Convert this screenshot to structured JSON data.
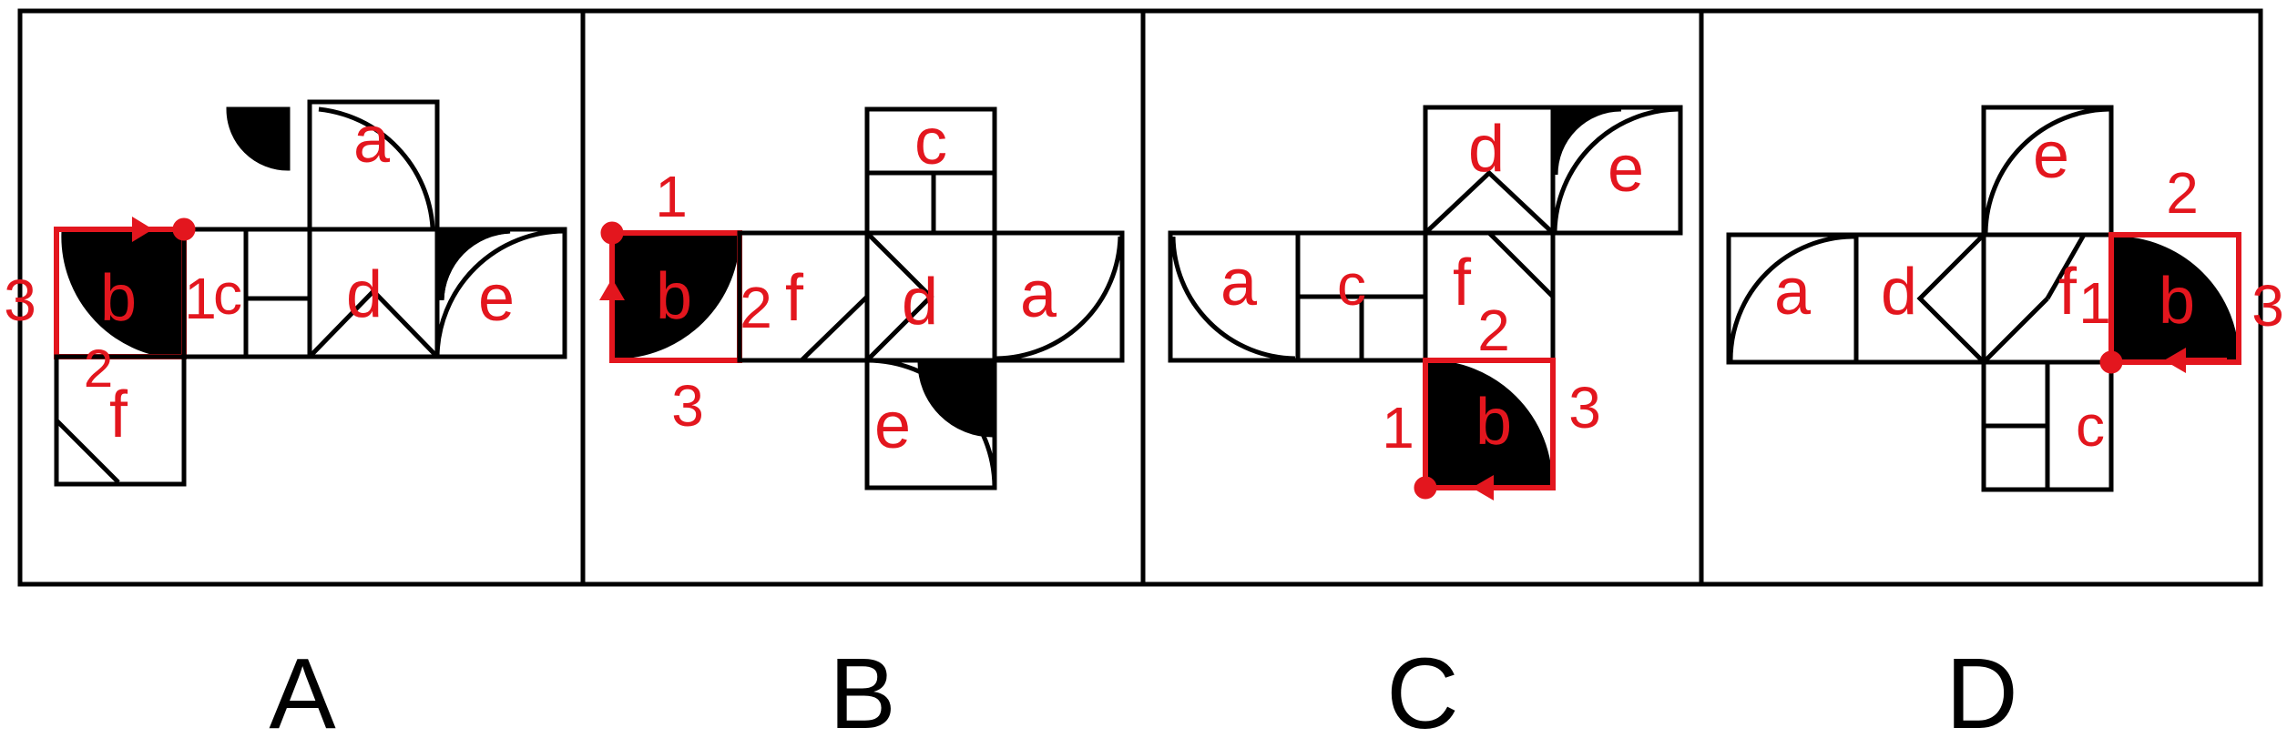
{
  "colors": {
    "ink": "#000000",
    "mark": "#e3161e",
    "paper": "#ffffff"
  },
  "options": [
    {
      "label": "A",
      "faces": [
        {
          "id": "a",
          "label": "a"
        },
        {
          "id": "b",
          "label": "b"
        },
        {
          "id": "c",
          "label": "c"
        },
        {
          "id": "d",
          "label": "d"
        },
        {
          "id": "e",
          "label": "e"
        },
        {
          "id": "f",
          "label": "f"
        }
      ],
      "edge_labels": [
        "1",
        "2",
        "3"
      ]
    },
    {
      "label": "B",
      "faces": [
        {
          "id": "c",
          "label": "c"
        },
        {
          "id": "b",
          "label": "b"
        },
        {
          "id": "f",
          "label": "f"
        },
        {
          "id": "d",
          "label": "d"
        },
        {
          "id": "a",
          "label": "a"
        },
        {
          "id": "e",
          "label": "e"
        }
      ],
      "edge_labels": [
        "1",
        "2",
        "3"
      ]
    },
    {
      "label": "C",
      "faces": [
        {
          "id": "d",
          "label": "d"
        },
        {
          "id": "e",
          "label": "e"
        },
        {
          "id": "a",
          "label": "a"
        },
        {
          "id": "c",
          "label": "c"
        },
        {
          "id": "f",
          "label": "f"
        },
        {
          "id": "b",
          "label": "b"
        }
      ],
      "edge_labels": [
        "1",
        "2",
        "3"
      ]
    },
    {
      "label": "D",
      "faces": [
        {
          "id": "e",
          "label": "e"
        },
        {
          "id": "a",
          "label": "a"
        },
        {
          "id": "d",
          "label": "d"
        },
        {
          "id": "f",
          "label": "f"
        },
        {
          "id": "b",
          "label": "b"
        },
        {
          "id": "c",
          "label": "c"
        }
      ],
      "edge_labels": [
        "1",
        "2",
        "3"
      ]
    }
  ]
}
